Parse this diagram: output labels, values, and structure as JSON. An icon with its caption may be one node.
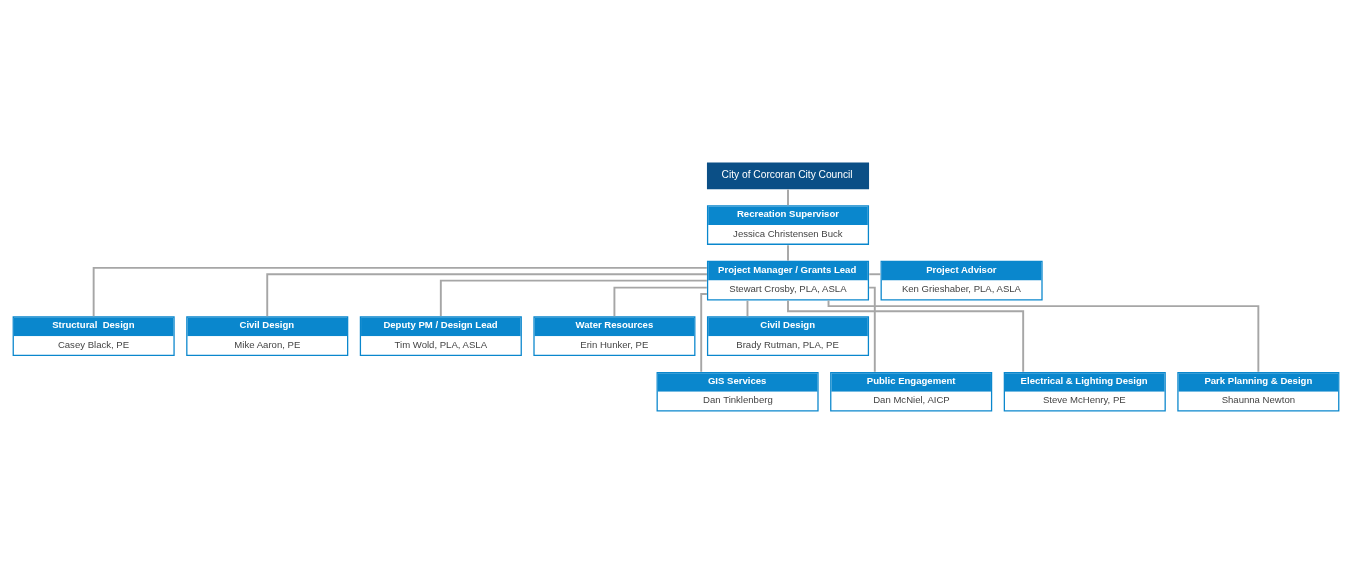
{
  "diagram": {
    "nodes": [
      {
        "text": [
          "City of Corcoran City Council"
        ]
      },
      {
        "text": [
          "Recreation Supervisor",
          "Jessica Christensen Buck"
        ]
      },
      {
        "text": [
          "Project Manager / Grants Lead",
          "Stewart Crosby, PLA, ASLA"
        ]
      },
      {
        "text": [
          "Project Advisor",
          "Ken Grieshaber, PLA, ASLA"
        ]
      },
      {
        "text": [
          "Structural  Design",
          "Casey Black, PE"
        ]
      },
      {
        "text": [
          "Civil Design",
          "Mike Aaron, PE"
        ]
      },
      {
        "text": [
          "Deputy PM / Design Lead",
          "Tim Wold, PLA, ASLA"
        ]
      },
      {
        "text": [
          "Water Resources",
          "Erin Hunker, PE"
        ]
      },
      {
        "text": [
          "Civil Design",
          "Brady Rutman, PLA, PE"
        ]
      },
      {
        "text": [
          "GIS Services",
          "Dan Tinklenberg"
        ]
      },
      {
        "text": [
          "Public Engagement",
          "Dan McNiel, AICP"
        ]
      },
      {
        "text": [
          "Electrical & Lighting Design",
          "Steve McHenry, PE"
        ]
      },
      {
        "text": [
          "Park Planning & Design",
          "Shaunna Newton"
        ]
      }
    ],
    "edges": [
      {
        "from": 0,
        "to": 1,
        "arrow": "none"
      },
      {
        "from": 1,
        "to": 2,
        "arrow": "none"
      },
      {
        "from": 3,
        "to": 2,
        "arrow": "none"
      },
      {
        "from": 2,
        "to": 4,
        "arrow": "none"
      },
      {
        "from": 2,
        "to": 9,
        "arrow": "none"
      },
      {
        "from": 2,
        "to": 5,
        "arrow": "none"
      },
      {
        "from": 2,
        "to": 10,
        "arrow": "none"
      },
      {
        "from": 2,
        "to": 6,
        "arrow": "none"
      },
      {
        "from": 2,
        "to": 11,
        "arrow": "none"
      },
      {
        "from": 2,
        "to": 7,
        "arrow": "none"
      },
      {
        "from": 2,
        "to": 12,
        "arrow": "none"
      },
      {
        "from": 2,
        "to": 8,
        "arrow": "none"
      }
    ]
  }
}
